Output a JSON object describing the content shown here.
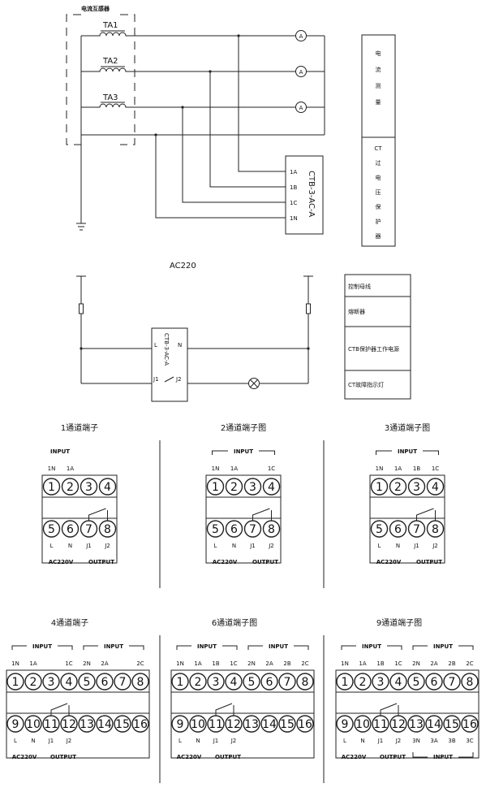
{
  "ct": {
    "label": "电流互感器",
    "ta": [
      "TA1",
      "TA2",
      "TA3"
    ],
    "ammeter": "A",
    "device": "CTB-3-AC-A",
    "device_terminals": [
      "1A",
      "1B",
      "1C",
      "1N"
    ],
    "legend_top": "电流测量",
    "legend_bottom": "CT过电压保护器"
  },
  "power": {
    "title": "AC220",
    "device": "CTB-3-AC-A",
    "terms": [
      "L",
      "N",
      "J1",
      "J2"
    ],
    "legend": [
      "控制母线",
      "熔断器",
      "CTB保护器工作电源",
      "CT故障指示灯"
    ]
  },
  "modules": [
    {
      "title": "1通道端子",
      "input": "INPUT",
      "top": [
        "1N",
        "1A"
      ],
      "nums": [
        "1",
        "2",
        "3",
        "4"
      ],
      "bnums": [
        "5",
        "6",
        "7",
        "8"
      ],
      "bottom": [
        "L",
        "N",
        "J1",
        "J2"
      ],
      "footer": [
        "AC220V",
        "OUTPUT"
      ]
    },
    {
      "title": "2通道端子图",
      "input": "INPUT",
      "top": [
        "1N",
        "1A",
        "1C"
      ],
      "nums": [
        "1",
        "2",
        "3",
        "4"
      ],
      "bnums": [
        "5",
        "6",
        "7",
        "8"
      ],
      "bottom": [
        "L",
        "N",
        "J1",
        "J2"
      ],
      "footer": [
        "AC220V",
        "OUTPUT"
      ]
    },
    {
      "title": "3通道端子图",
      "input": "INPUT",
      "top": [
        "1N",
        "1A",
        "1B",
        "1C"
      ],
      "nums": [
        "1",
        "2",
        "3",
        "4"
      ],
      "bnums": [
        "5",
        "6",
        "7",
        "8"
      ],
      "bottom": [
        "L",
        "N",
        "J1",
        "J2"
      ],
      "footer": [
        "AC220V",
        "OUTPUT"
      ]
    },
    {
      "title": "4通道端子",
      "inputs": [
        "INPUT",
        "INPUT"
      ],
      "top": [
        "1N",
        "1A",
        "1C",
        "2N",
        "2A",
        "2C"
      ],
      "nums": [
        "1",
        "2",
        "3",
        "4",
        "5",
        "6",
        "7",
        "8"
      ],
      "bnums": [
        "9",
        "10",
        "11",
        "12",
        "13",
        "14",
        "15",
        "16"
      ],
      "bottom": [
        "L",
        "N",
        "J1",
        "J2"
      ],
      "footer": [
        "AC220V",
        "OUTPUT"
      ]
    },
    {
      "title": "6通道端子图",
      "inputs": [
        "INPUT",
        "INPUT"
      ],
      "top": [
        "1N",
        "1A",
        "1B",
        "1C",
        "2N",
        "2A",
        "2B",
        "2C"
      ],
      "nums": [
        "1",
        "2",
        "3",
        "4",
        "5",
        "6",
        "7",
        "8"
      ],
      "bnums": [
        "9",
        "10",
        "11",
        "12",
        "13",
        "14",
        "15",
        "16"
      ],
      "bottom": [
        "L",
        "N",
        "J1",
        "J2"
      ],
      "footer": [
        "AC220V",
        "OUTPUT"
      ]
    },
    {
      "title": "9通道端子图",
      "inputs": [
        "INPUT",
        "INPUT",
        "INPUT"
      ],
      "top": [
        "1N",
        "1A",
        "1B",
        "1C",
        "2N",
        "2A",
        "2B",
        "2C"
      ],
      "nums": [
        "1",
        "2",
        "3",
        "4",
        "5",
        "6",
        "7",
        "8"
      ],
      "bnums": [
        "9",
        "10",
        "11",
        "12",
        "13",
        "14",
        "15",
        "16"
      ],
      "bottom": [
        "L",
        "N",
        "J1",
        "J2",
        "3N",
        "3A",
        "3B",
        "3C"
      ],
      "footer": [
        "AC220V",
        "OUTPUT"
      ]
    }
  ]
}
